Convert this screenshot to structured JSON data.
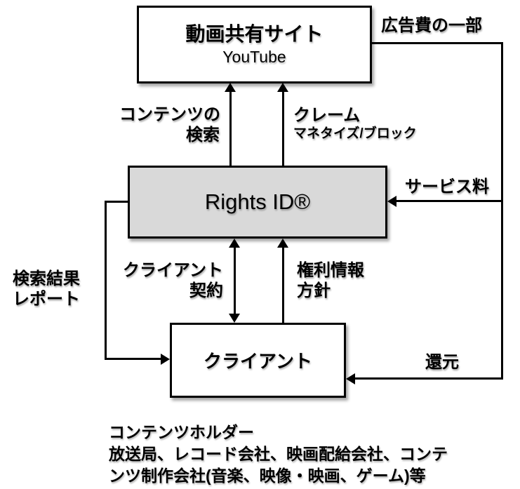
{
  "diagram": {
    "nodes": {
      "video_site": {
        "title": "動画共有サイト",
        "subtitle": "YouTube"
      },
      "rights_id": {
        "title": "Rights ID®"
      },
      "client": {
        "title": "クライアント"
      }
    },
    "edge_labels": {
      "ad_fee": "広告費の一部",
      "content_search_line1": "コンテンツの",
      "content_search_line2": "検索",
      "claim": "クレーム",
      "claim_sub": "マネタイズ/ブロック",
      "service_fee": "サービス料",
      "search_report_line1": "検索結果",
      "search_report_line2": "レポート",
      "client_contract_line1": "クライアント",
      "client_contract_line2": "契約",
      "rights_info_line1": "権利情報",
      "rights_info_line2": "方針",
      "return_fee": "還元"
    },
    "footnote": {
      "line1": "コンテンツホルダー",
      "line2": "放送局、レコード会社、映画配給会社、コンテ",
      "line3": "ンツ制作会社(音楽、映像・映画、ゲーム)等"
    },
    "colors": {
      "rights_box_fill": "#d9d9d9",
      "line_color": "#000000",
      "background": "#ffffff"
    }
  }
}
